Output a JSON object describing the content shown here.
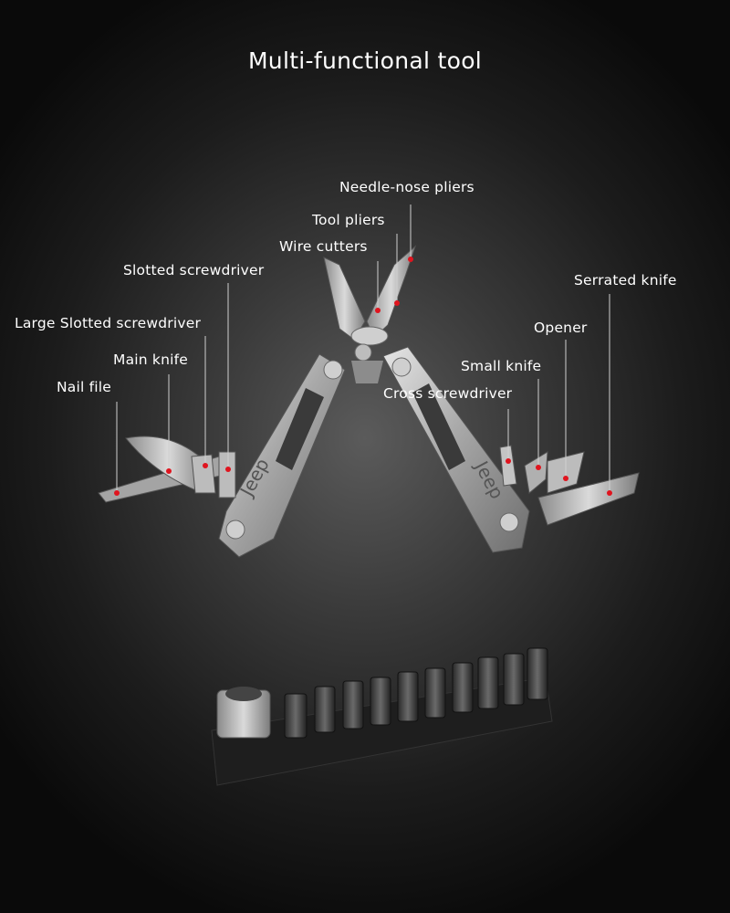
{
  "title": "Multi-functional tool",
  "labels": {
    "needle_nose_pliers": "Needle-nose pliers",
    "tool_pliers": "Tool pliers",
    "wire_cutters": "Wire cutters",
    "slotted_screwdriver": "Slotted screwdriver",
    "large_slotted_screwdriver": "Large Slotted screwdriver",
    "main_knife": "Main knife",
    "nail_file": "Nail file",
    "serrated_knife": "Serrated knife",
    "opener": "Opener",
    "small_knife": "Small knife",
    "cross_screwdriver": "Cross screwdriver"
  },
  "brand_marks": {
    "left_handle": "Jeep",
    "right_handle": "Jeep"
  },
  "colors": {
    "background": "#1a1a1a",
    "label_text": "#ffffff",
    "marker_dot": "#e0141e",
    "steel": "#b9b9b9"
  }
}
